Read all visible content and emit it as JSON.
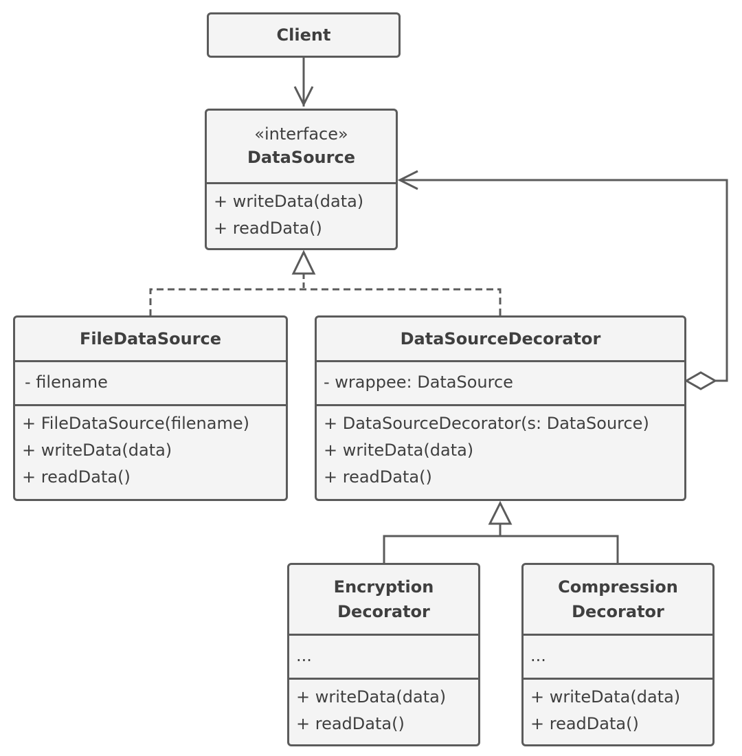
{
  "diagram": {
    "client": {
      "name": "Client"
    },
    "data_source": {
      "stereotype": "«interface»",
      "name": "DataSource",
      "methods": [
        "+ writeData(data)",
        "+ readData()"
      ]
    },
    "file_data_source": {
      "name": "FileDataSource",
      "fields": [
        "- filename"
      ],
      "methods": [
        "+ FileDataSource(filename)",
        "+ writeData(data)",
        "+ readData()"
      ]
    },
    "data_source_decorator": {
      "name": "DataSourceDecorator",
      "fields": [
        "- wrappee: DataSource"
      ],
      "methods": [
        "+ DataSourceDecorator(s: DataSource)",
        "+ writeData(data)",
        "+ readData()"
      ]
    },
    "encryption_decorator": {
      "name_line1": "Encryption",
      "name_line2": "Decorator",
      "fields": [
        "..."
      ],
      "methods": [
        "+ writeData(data)",
        "+ readData()"
      ]
    },
    "compression_decorator": {
      "name_line1": "Compression",
      "name_line2": "Decorator",
      "fields": [
        "..."
      ],
      "methods": [
        "+ writeData(data)",
        "+ readData()"
      ]
    }
  },
  "colors": {
    "border": "#5b5b5b",
    "fill": "#f4f4f4",
    "text": "#3f3f3f"
  }
}
